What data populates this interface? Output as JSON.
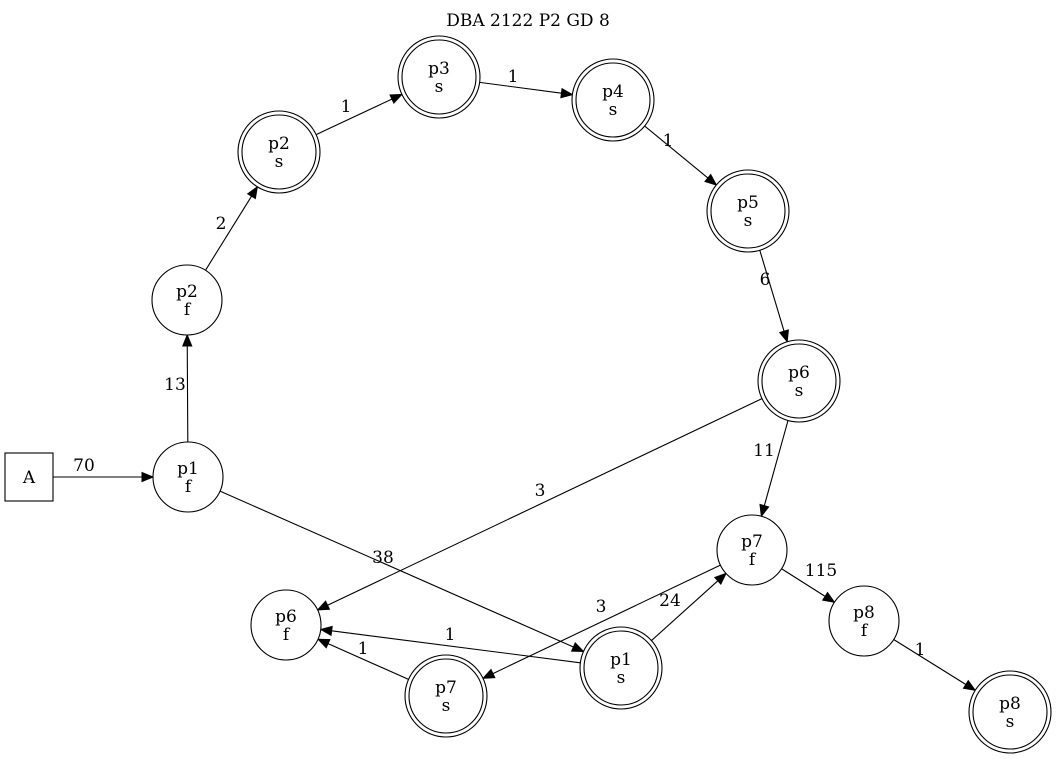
{
  "title": "DBA 2122 P2 GD 8",
  "nodes": [
    {
      "id": "A",
      "line1": "A",
      "line2": "",
      "shape": "box"
    },
    {
      "id": "p1f",
      "line1": "p1",
      "line2": "f",
      "shape": "circle"
    },
    {
      "id": "p2f",
      "line1": "p2",
      "line2": "f",
      "shape": "circle"
    },
    {
      "id": "p2s",
      "line1": "p2",
      "line2": "s",
      "shape": "doublecircle"
    },
    {
      "id": "p3s",
      "line1": "p3",
      "line2": "s",
      "shape": "doublecircle"
    },
    {
      "id": "p4s",
      "line1": "p4",
      "line2": "s",
      "shape": "doublecircle"
    },
    {
      "id": "p5s",
      "line1": "p5",
      "line2": "s",
      "shape": "doublecircle"
    },
    {
      "id": "p6s",
      "line1": "p6",
      "line2": "s",
      "shape": "doublecircle"
    },
    {
      "id": "p7f",
      "line1": "p7",
      "line2": "f",
      "shape": "circle"
    },
    {
      "id": "p8f",
      "line1": "p8",
      "line2": "f",
      "shape": "circle"
    },
    {
      "id": "p8s",
      "line1": "p8",
      "line2": "s",
      "shape": "doublecircle"
    },
    {
      "id": "p6f",
      "line1": "p6",
      "line2": "f",
      "shape": "circle"
    },
    {
      "id": "p7s",
      "line1": "p7",
      "line2": "s",
      "shape": "doublecircle"
    },
    {
      "id": "p1s",
      "line1": "p1",
      "line2": "s",
      "shape": "doublecircle"
    }
  ],
  "edges": [
    {
      "from": "A",
      "to": "p1f",
      "label": "70"
    },
    {
      "from": "p1f",
      "to": "p2f",
      "label": "13"
    },
    {
      "from": "p2f",
      "to": "p2s",
      "label": "2"
    },
    {
      "from": "p2s",
      "to": "p3s",
      "label": "1"
    },
    {
      "from": "p3s",
      "to": "p4s",
      "label": "1"
    },
    {
      "from": "p4s",
      "to": "p5s",
      "label": "1"
    },
    {
      "from": "p5s",
      "to": "p6s",
      "label": "6"
    },
    {
      "from": "p6s",
      "to": "p7f",
      "label": "11"
    },
    {
      "from": "p6s",
      "to": "p6f",
      "label": "3"
    },
    {
      "from": "p1f",
      "to": "p1s",
      "label": "38"
    },
    {
      "from": "p7f",
      "to": "p8f",
      "label": "115"
    },
    {
      "from": "p8f",
      "to": "p8s",
      "label": "1"
    },
    {
      "from": "p7f",
      "to": "p7s",
      "label": "3"
    },
    {
      "from": "p1s",
      "to": "p7f",
      "label": "24"
    },
    {
      "from": "p1s",
      "to": "p6f",
      "label": "1"
    },
    {
      "from": "p7s",
      "to": "p6f",
      "label": "1"
    }
  ]
}
